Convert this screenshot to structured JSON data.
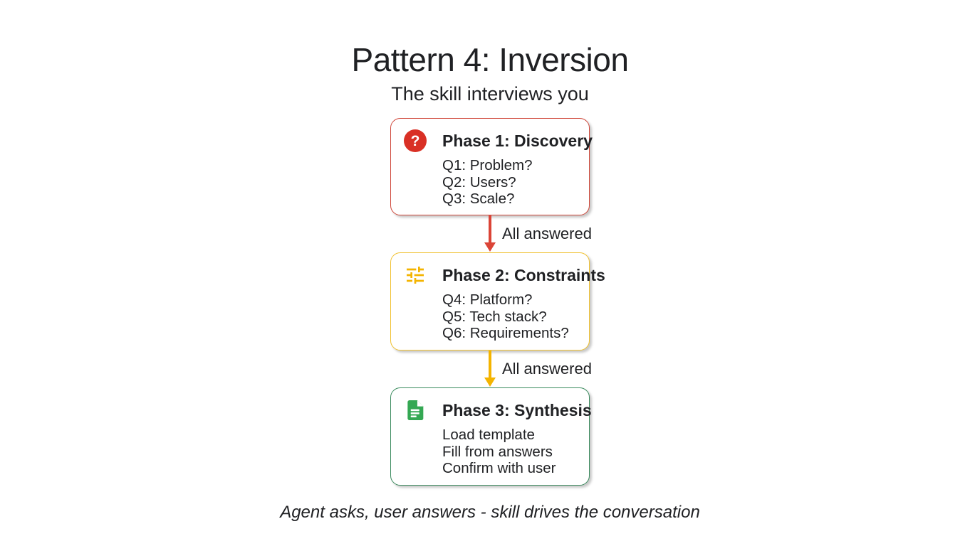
{
  "header": {
    "title": "Pattern 4: Inversion",
    "subtitle": "The skill interviews you"
  },
  "caption": "Agent asks, user answers - skill drives the conversation",
  "colors": {
    "red_accent": "#D93025",
    "red_border": "#D0493C",
    "yellow_accent": "#F4B400",
    "yellow_border": "#F1C232",
    "green_accent": "#34A853",
    "green_border": "#3C8C5F",
    "text": "#202124",
    "background": "#FFFFFF"
  },
  "phases": [
    {
      "title": "Phase 1: Discovery",
      "icon": "question-mark-icon",
      "icon_glyph": "?",
      "accent": "#D93025",
      "lines": [
        "Q1: Problem?",
        "Q2: Users?",
        "Q3: Scale?"
      ]
    },
    {
      "title": "Phase 2: Constraints",
      "icon": "tune-sliders-icon",
      "accent": "#F4B400",
      "lines": [
        "Q4: Platform?",
        "Q5: Tech stack?",
        "Q6: Requirements?"
      ]
    },
    {
      "title": "Phase 3: Synthesis",
      "icon": "document-icon",
      "accent": "#34A853",
      "lines": [
        "Load template",
        "Fill from answers",
        "Confirm with user"
      ]
    }
  ],
  "connectors": [
    {
      "label": "All answered",
      "color": "#DB4437"
    },
    {
      "label": "All answered",
      "color": "#F4B400"
    }
  ]
}
